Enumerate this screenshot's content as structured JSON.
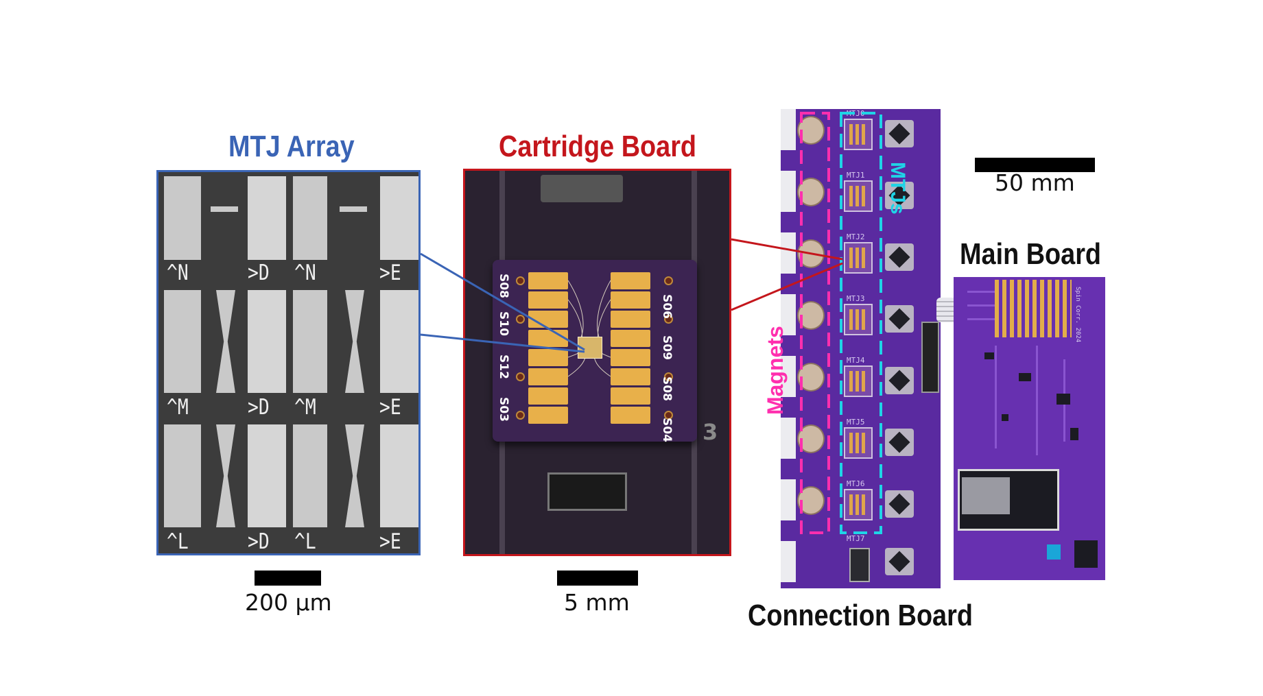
{
  "titles": {
    "mtj_array": "MTJ Array",
    "cartridge_board": "Cartridge Board",
    "main_board": "Main Board",
    "connection_board": "Connection Board"
  },
  "title_colors": {
    "mtj_array": "#3a64b5",
    "cartridge_board": "#c4161c",
    "main_board": "#111111",
    "connection_board": "#111111"
  },
  "scale_bars": {
    "mtj": "200 µm",
    "cartridge": "5 mm",
    "boards": "50 mm"
  },
  "mtj_labels": [
    [
      "^N",
      ">D",
      "^N",
      ">E"
    ],
    [
      "^M",
      ">D",
      "^M",
      ">E"
    ],
    [
      "^L",
      ">D",
      "^L",
      ">E"
    ]
  ],
  "cartridge_labels": {
    "left": [
      "S08",
      "S10",
      "S12",
      "S03"
    ],
    "right": [
      "S06",
      "S09",
      "S08",
      "S04"
    ],
    "corner": "3"
  },
  "connection_board": {
    "magnets_label": "Magnets",
    "mtjs_label": "MTJs",
    "chip_labels": [
      "MTJ0",
      "MTJ1",
      "MTJ2",
      "MTJ3",
      "MTJ4",
      "MTJ5",
      "MTJ6",
      "MTJ7"
    ],
    "magnets_color": "#ff2fae",
    "mtjs_color": "#1fd4e6"
  },
  "main_board_text": "Spin Corr. 2024"
}
